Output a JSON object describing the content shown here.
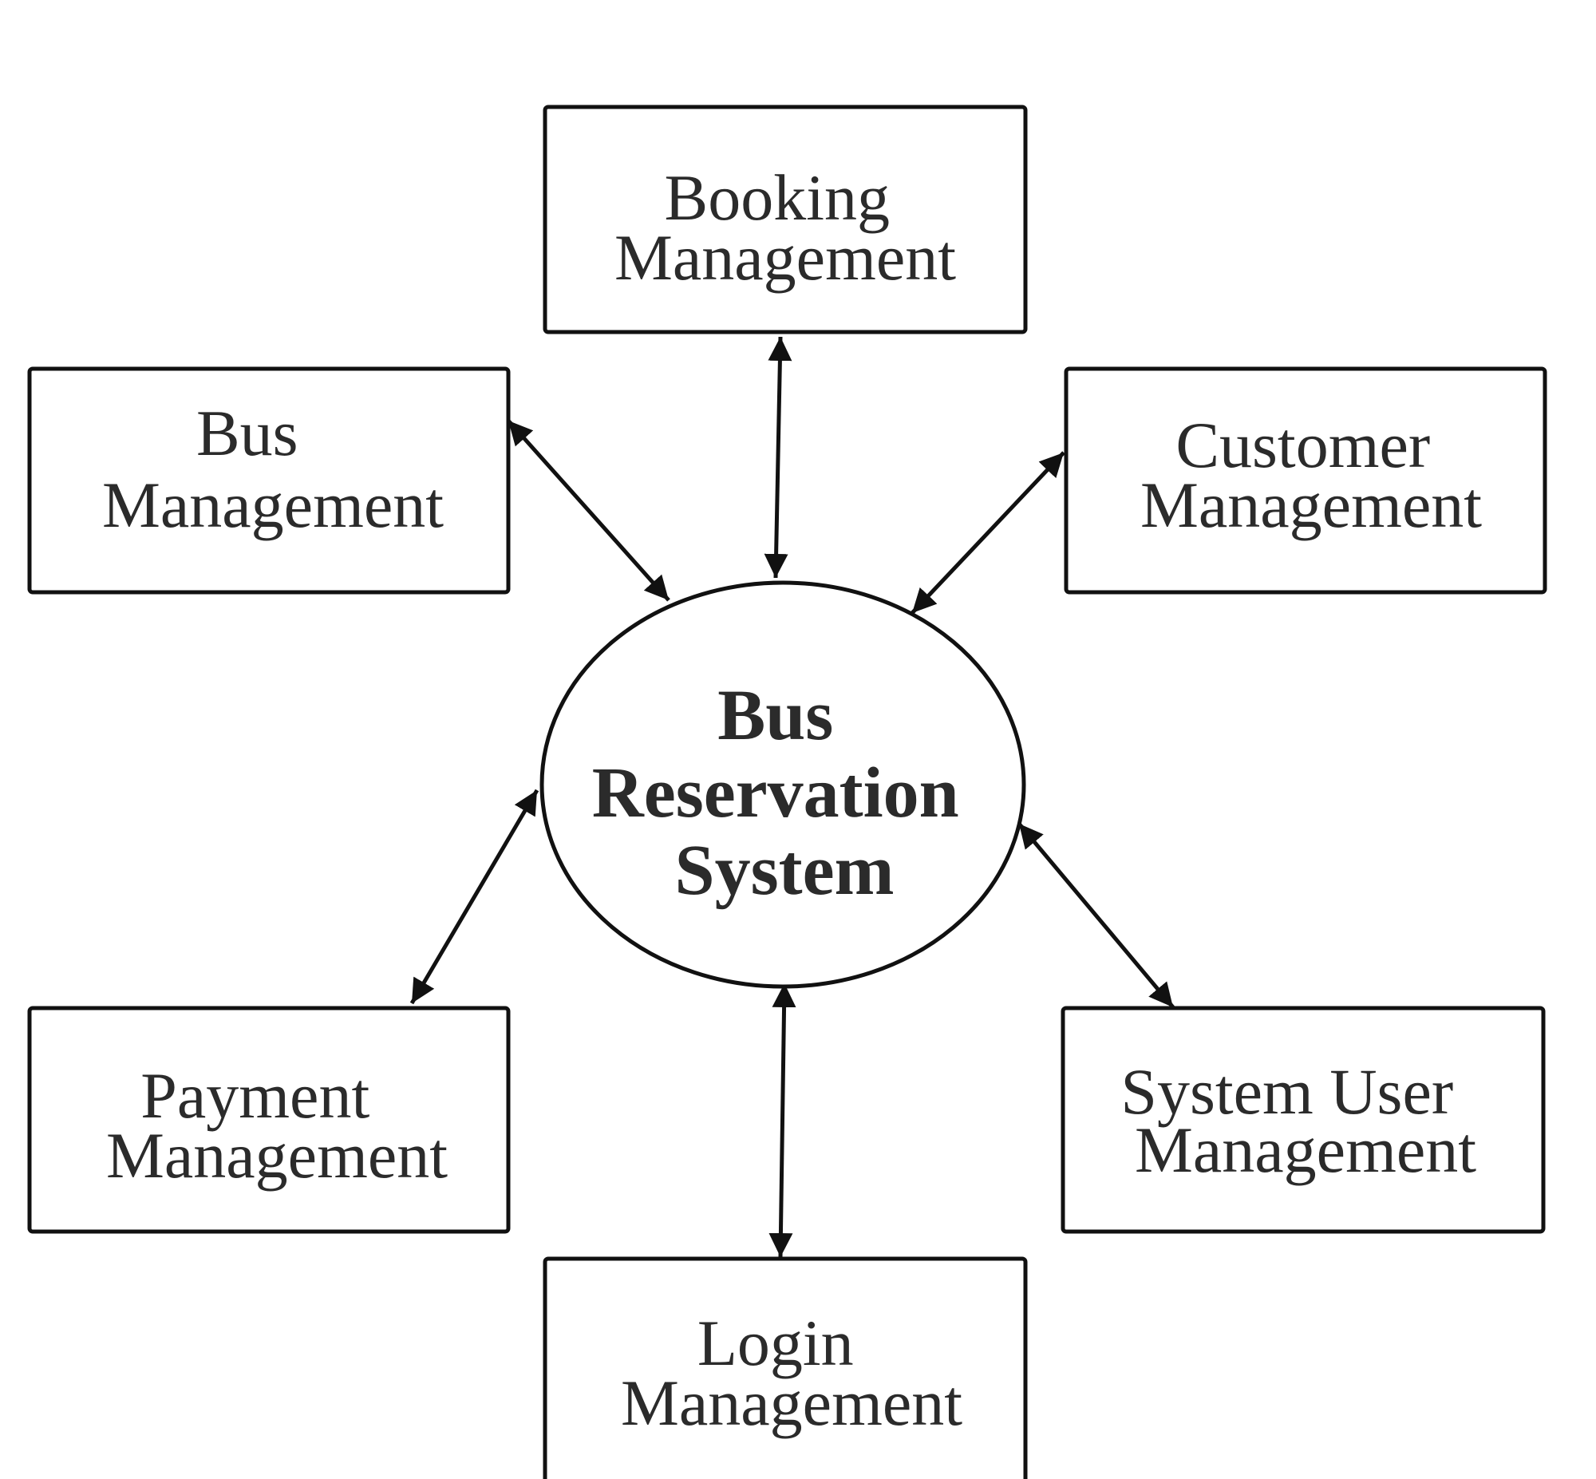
{
  "center": {
    "lines": [
      "Bus",
      "Reservation",
      "System"
    ]
  },
  "modules": {
    "booking": {
      "lines": [
        "Booking",
        "Management"
      ]
    },
    "bus": {
      "lines": [
        "Bus",
        "Management"
      ]
    },
    "customer": {
      "lines": [
        "Customer",
        "Management"
      ]
    },
    "payment": {
      "lines": [
        "Payment",
        "Management"
      ]
    },
    "system_user": {
      "lines": [
        "System User",
        "Management"
      ]
    },
    "login": {
      "lines": [
        "Login",
        "Management"
      ]
    }
  },
  "colors": {
    "stroke": "#111111",
    "text": "#2b2b2b",
    "background": "#ffffff"
  }
}
